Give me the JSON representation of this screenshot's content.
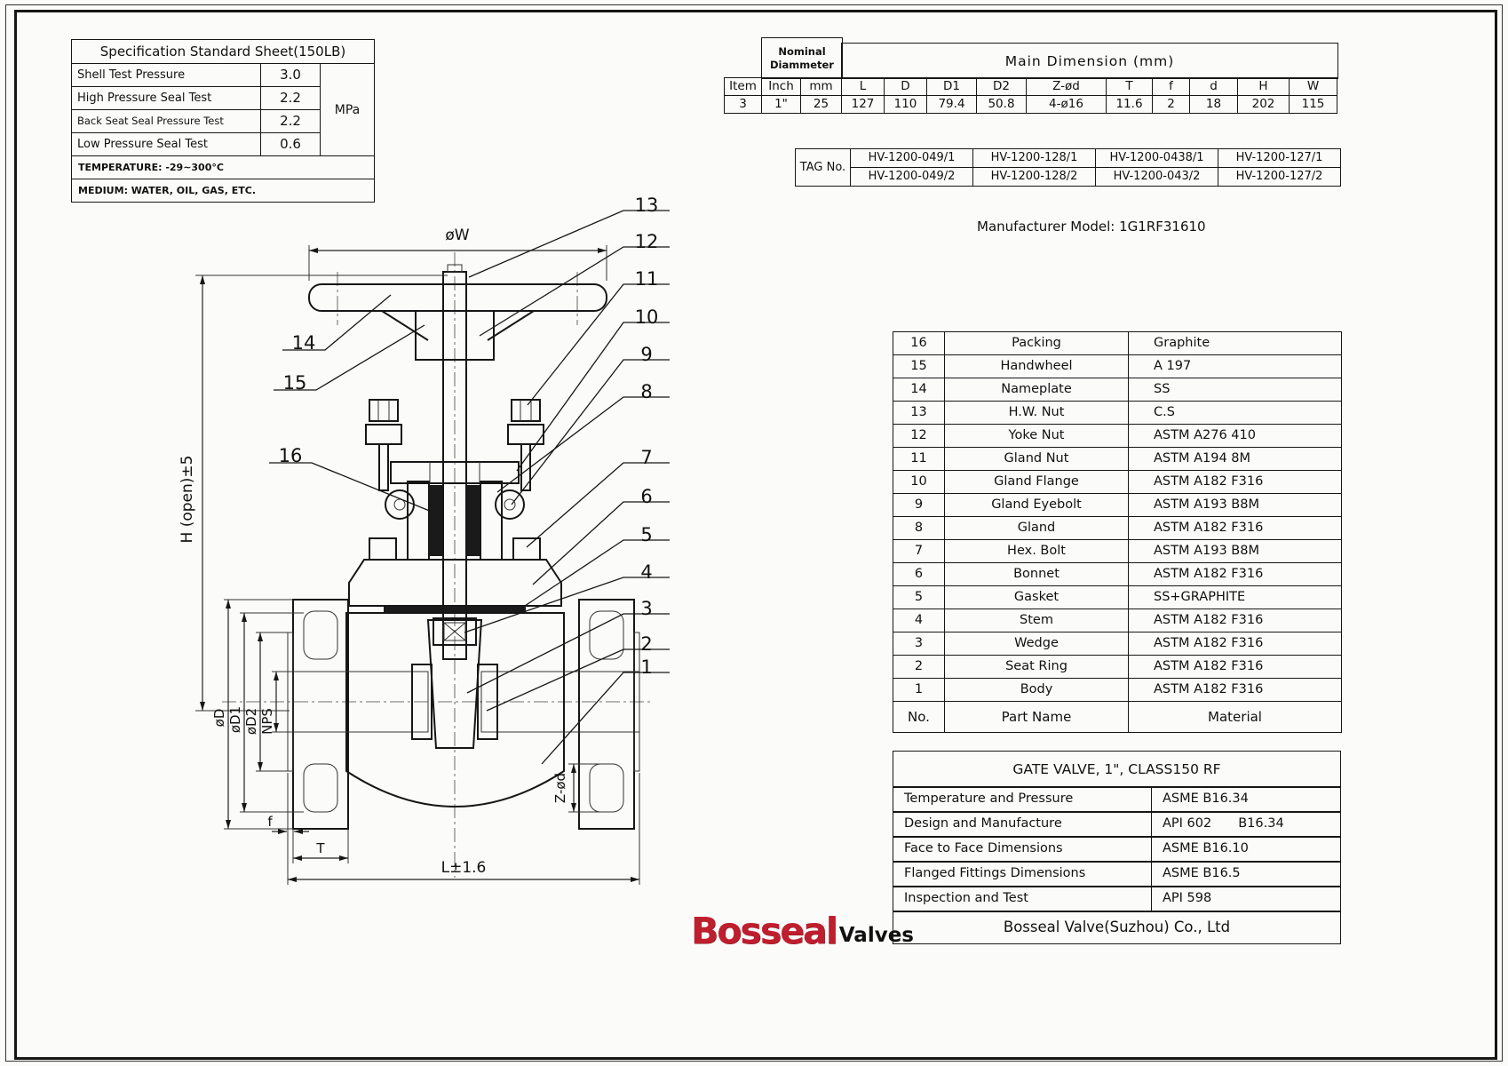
{
  "spec_sheet": {
    "title": "Specification Standard Sheet(150LB)",
    "rows": [
      {
        "label": "Shell Test Pressure",
        "value": "3.0"
      },
      {
        "label": "High Pressure Seal Test",
        "value": "2.2"
      },
      {
        "label": "Back Seat Seal Pressure Test",
        "value": "2.2"
      },
      {
        "label": "Low Pressure Seal Test",
        "value": "0.6"
      }
    ],
    "unit": "MPa",
    "temperature": "TEMPERATURE: -29~300°C",
    "medium": "MEDIUM: WATER, OIL, GAS, ETC."
  },
  "dimension_table": {
    "nominal_diameter_header": "Nominal Diammeter",
    "main_dimension_header": "Main Dimension (mm)",
    "columns": [
      "Item",
      "Inch",
      "mm",
      "L",
      "D",
      "D1",
      "D2",
      "Z-ød",
      "T",
      "f",
      "d",
      "H",
      "W"
    ],
    "values": [
      "3",
      "1\"",
      "25",
      "127",
      "110",
      "79.4",
      "50.8",
      "4-ø16",
      "11.6",
      "2",
      "18",
      "202",
      "115"
    ]
  },
  "tag_table": {
    "label": "TAG No.",
    "row1": [
      "HV-1200-049/1",
      "HV-1200-128/1",
      "HV-1200-0438/1",
      "HV-1200-127/1"
    ],
    "row2": [
      "HV-1200-049/2",
      "HV-1200-128/2",
      "HV-1200-043/2",
      "HV-1200-127/2"
    ]
  },
  "manufacturer_model": "Manufacturer Model: 1G1RF31610",
  "parts_list": {
    "header": {
      "no": "No.",
      "part_name": "Part Name",
      "material": "Material"
    },
    "items": [
      {
        "no": "16",
        "name": "Packing",
        "material": "Graphite"
      },
      {
        "no": "15",
        "name": "Handwheel",
        "material": "A 197"
      },
      {
        "no": "14",
        "name": "Nameplate",
        "material": "SS"
      },
      {
        "no": "13",
        "name": "H.W. Nut",
        "material": "C.S"
      },
      {
        "no": "12",
        "name": "Yoke Nut",
        "material": "ASTM A276 410"
      },
      {
        "no": "11",
        "name": "Gland Nut",
        "material": "ASTM A194 8M"
      },
      {
        "no": "10",
        "name": "Gland Flange",
        "material": "ASTM A182 F316"
      },
      {
        "no": "9",
        "name": "Gland Eyebolt",
        "material": "ASTM A193 B8M"
      },
      {
        "no": "8",
        "name": "Gland",
        "material": "ASTM A182 F316"
      },
      {
        "no": "7",
        "name": "Hex. Bolt",
        "material": "ASTM A193 B8M"
      },
      {
        "no": "6",
        "name": "Bonnet",
        "material": "ASTM A182 F316"
      },
      {
        "no": "5",
        "name": "Gasket",
        "material": "SS+GRAPHITE"
      },
      {
        "no": "4",
        "name": "Stem",
        "material": "ASTM A182 F316"
      },
      {
        "no": "3",
        "name": "Wedge",
        "material": "ASTM A182 F316"
      },
      {
        "no": "2",
        "name": "Seat Ring",
        "material": "ASTM A182 F316"
      },
      {
        "no": "1",
        "name": "Body",
        "material": "ASTM A182 F316"
      }
    ]
  },
  "title_block": {
    "valve_title": "GATE VALVE, 1\",  CLASS150 RF",
    "standards": [
      {
        "label": "Temperature and Pressure",
        "value": "ASME B16.34"
      },
      {
        "label": "Design and Manufacture",
        "value": "API 602",
        "value2": "B16.34"
      },
      {
        "label": "Face to Face Dimensions",
        "value": "ASME B16.10"
      },
      {
        "label": "Flanged Fittings Dimensions",
        "value": "ASME B16.5"
      },
      {
        "label": "Inspection and Test",
        "value": "API 598"
      }
    ],
    "company": "Bosseal Valve(Suzhou) Co., Ltd"
  },
  "logo": {
    "brand": "Bosseal",
    "suffix": "Valves",
    "brand_color": "#bf1e2e"
  },
  "drawing": {
    "dim_labels": {
      "top_width": "øW",
      "height": "H (open)±5",
      "d": "øD",
      "d1": "øD1",
      "d2": "øD2",
      "nps": "NPS",
      "f": "f",
      "t": "T",
      "length": "L±1.6",
      "z_od": "Z-ød"
    },
    "callouts_right": [
      "13",
      "12",
      "11",
      "10",
      "9",
      "8",
      "7",
      "6",
      "5",
      "4",
      "3",
      "2",
      "1"
    ],
    "callouts_left": [
      "14",
      "15",
      "16"
    ]
  }
}
